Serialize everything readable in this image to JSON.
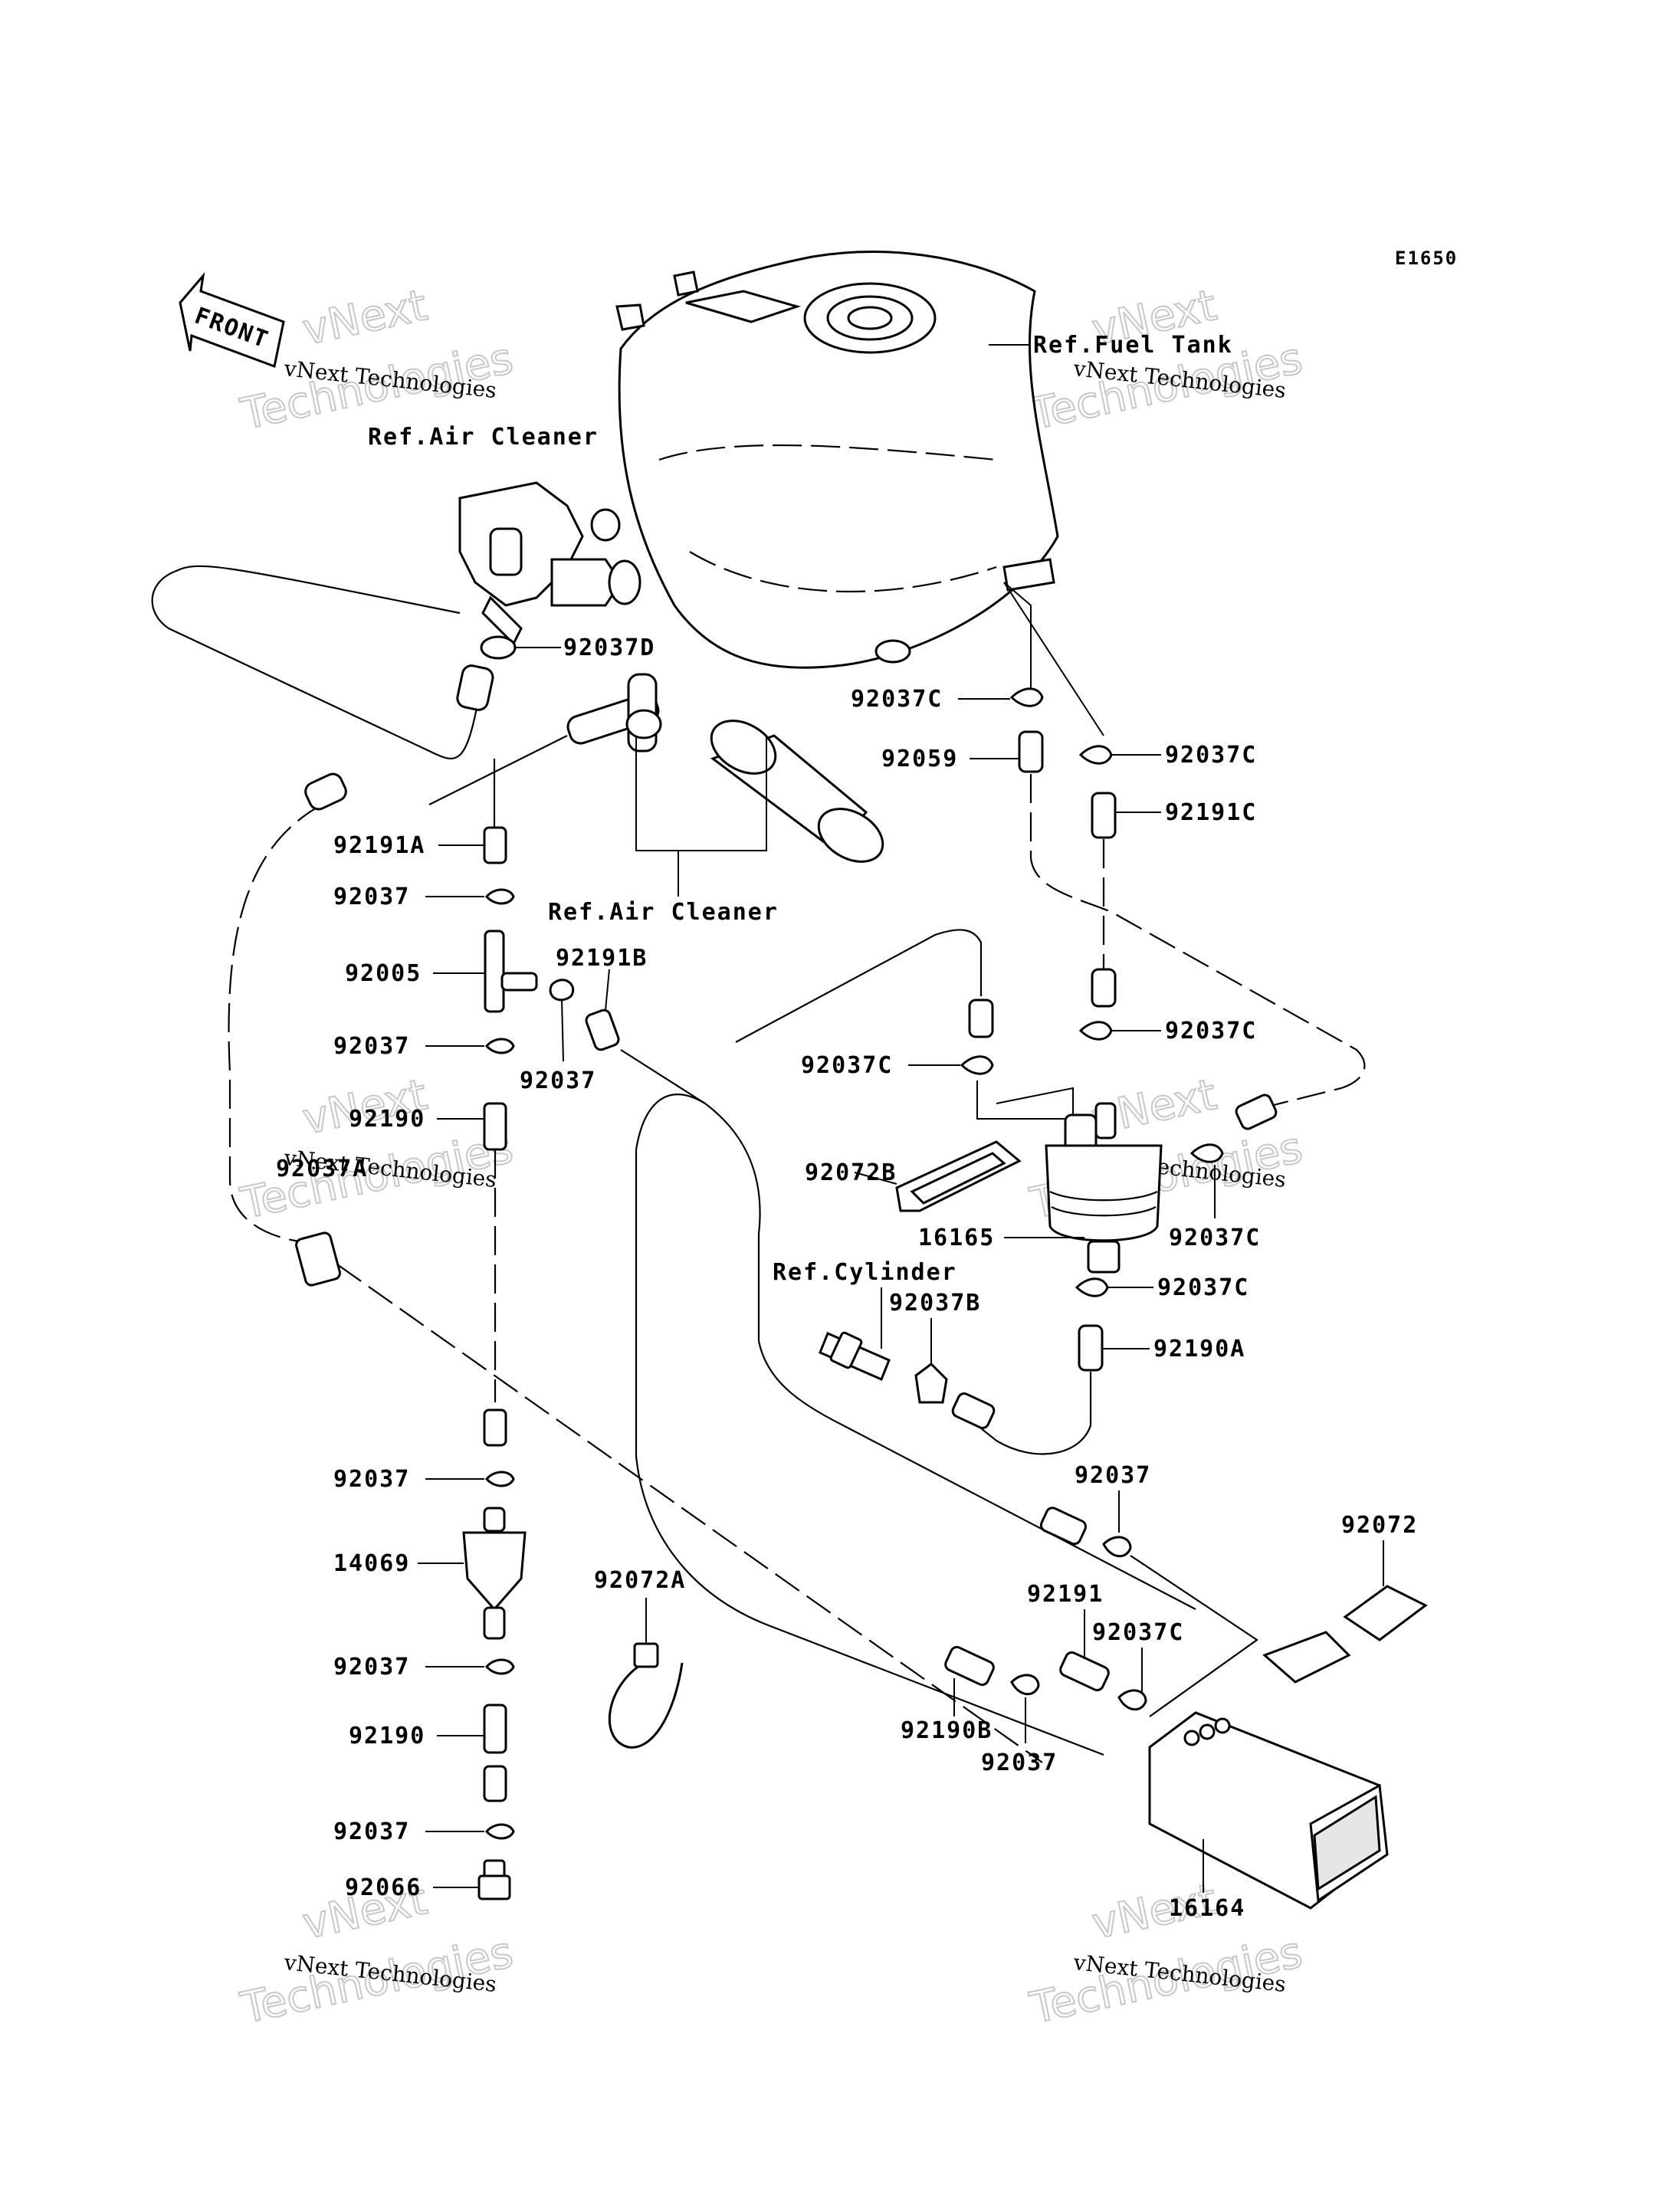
{
  "diagram_code": "E1650",
  "front_label": "FRONT",
  "watermarks": {
    "company": "vNext Technologies",
    "stacked_line1": "vNext",
    "stacked_line2": "Technologies"
  },
  "reference_labels": {
    "air_cleaner_top": "Ref.Air Cleaner",
    "air_cleaner_mid": "Ref.Air Cleaner",
    "fuel_tank": "Ref.Fuel Tank",
    "cylinder": "Ref.Cylinder"
  },
  "part_labels": {
    "p92037D": "92037D",
    "p92037C_a": "92037C",
    "p92059": "92059",
    "p92037C_b": "92037C",
    "p92191C": "92191C",
    "p92191A": "92191A",
    "p92037_a": "92037",
    "p92005": "92005",
    "p92191B": "92191B",
    "p92037_b": "92037",
    "p92037_c": "92037",
    "p92190_a": "92190",
    "p92037C_c": "92037C",
    "p92037C_d": "92037C",
    "p92037A": "92037A",
    "p92072B": "92072B",
    "p16165": "16165",
    "p92037C_e": "92037C",
    "p92037C_f": "92037C",
    "p92037B": "92037B",
    "p92190A": "92190A",
    "p92037_d": "92037",
    "p92037_e": "92037",
    "p92072": "92072",
    "p14069": "14069",
    "p92072A": "92072A",
    "p92191": "92191",
    "p92037C_g": "92037C",
    "p92037_f": "92037",
    "p92190B": "92190B",
    "p92190_b": "92190",
    "p92037_g": "92037",
    "p92037_h": "92037",
    "p92066": "92066",
    "p16164": "16164"
  }
}
